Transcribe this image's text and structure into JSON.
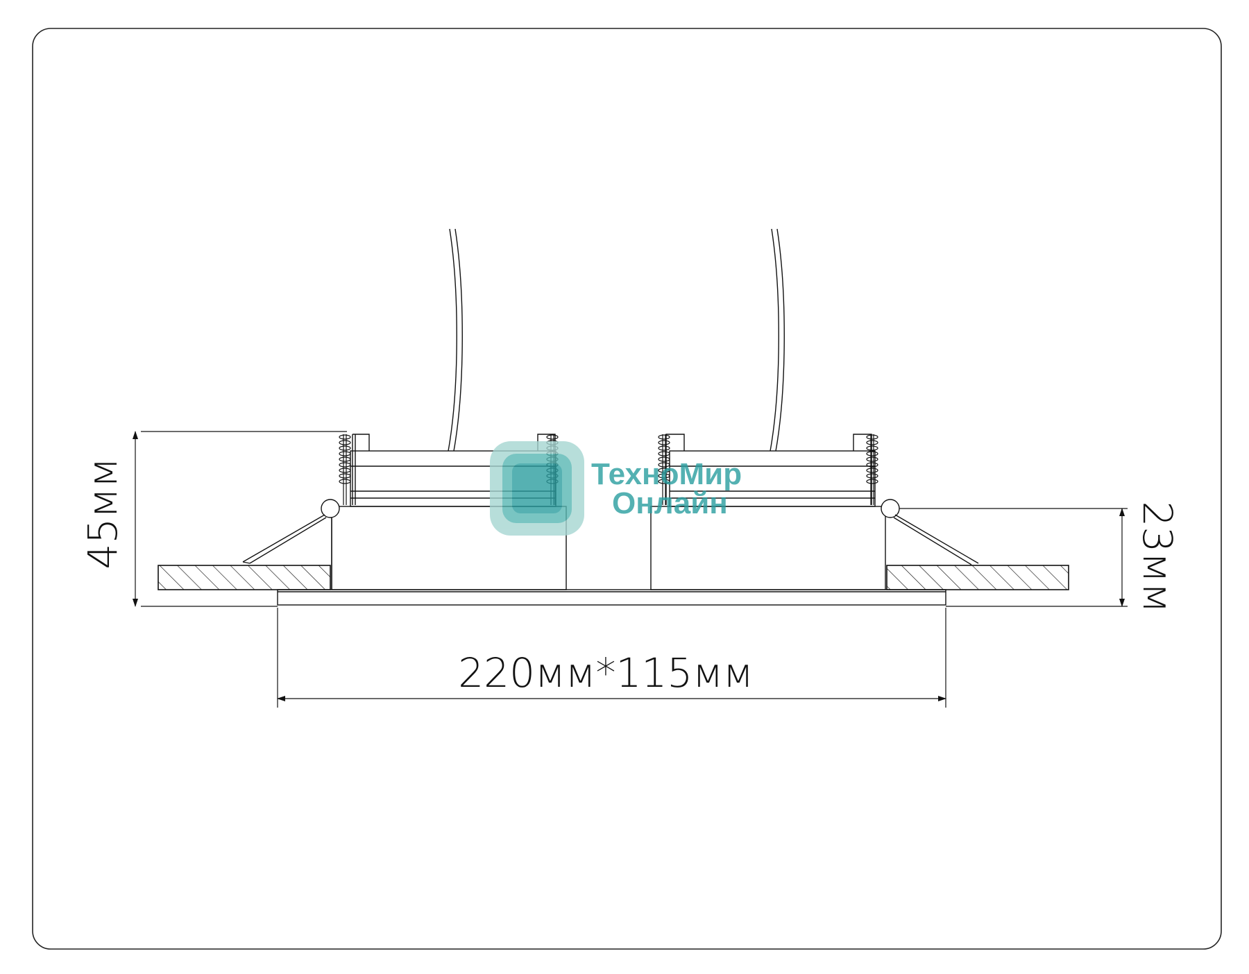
{
  "dimensions": {
    "height_total": "45мм",
    "height_body": "23мм",
    "cutout": "220мм*115мм"
  },
  "watermark": {
    "line1": "ТехноМир",
    "line2": "Онлайн",
    "color": "#2a9ea0"
  },
  "colors": {
    "line": "#111111",
    "frame": "#222222",
    "background": "#ffffff"
  }
}
